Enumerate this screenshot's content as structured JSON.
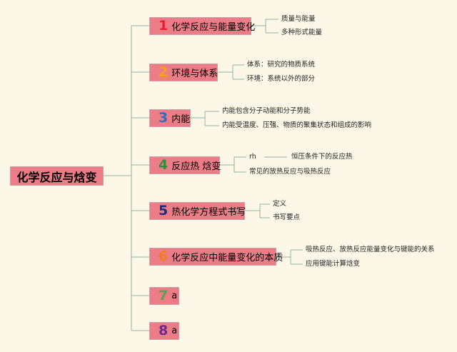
{
  "root": {
    "title": "化学反应与焓变"
  },
  "branches": [
    {
      "num": "1",
      "num_color": "#e8202e",
      "label": "化学反应与能量变化",
      "leaves": [
        "质量与能量",
        "多种形式能量"
      ]
    },
    {
      "num": "2",
      "num_color": "#f2a21f",
      "label": "环境与体系",
      "leaves": [
        "体系：研究的物质系统",
        "环境：系统以外的部分"
      ]
    },
    {
      "num": "3",
      "num_color": "#2a6fc4",
      "label": "内能",
      "leaves": [
        "内能包含分子动能和分子势能",
        "内能受温度、压强、物质的聚集状态和组成的影响"
      ]
    },
    {
      "num": "4",
      "num_color": "#2e8f3a",
      "label": "反应热 焓变",
      "leaves": [
        "rh",
        "恒压条件下的反应热",
        "常见的放热反应与吸热反应"
      ]
    },
    {
      "num": "5",
      "num_color": "#1d2b7a",
      "label": "热化学方程式书写",
      "leaves": [
        "定义",
        "书写要点"
      ]
    },
    {
      "num": "6",
      "num_color": "#f07d25",
      "label": "化学反应中能量变化的本质",
      "leaves": [
        "吸热反应、放热反应能量变化与键能的关系",
        "应用键能计算焓变"
      ]
    },
    {
      "num": "7",
      "num_color": "#5fa04a",
      "label": "a",
      "leaves": []
    },
    {
      "num": "8",
      "num_color": "#6a2a8c",
      "label": "a",
      "leaves": []
    }
  ],
  "colors": {
    "connector": "#8fb3a3",
    "node_fill": "#ec7d86",
    "background": "#fdf7e8"
  }
}
